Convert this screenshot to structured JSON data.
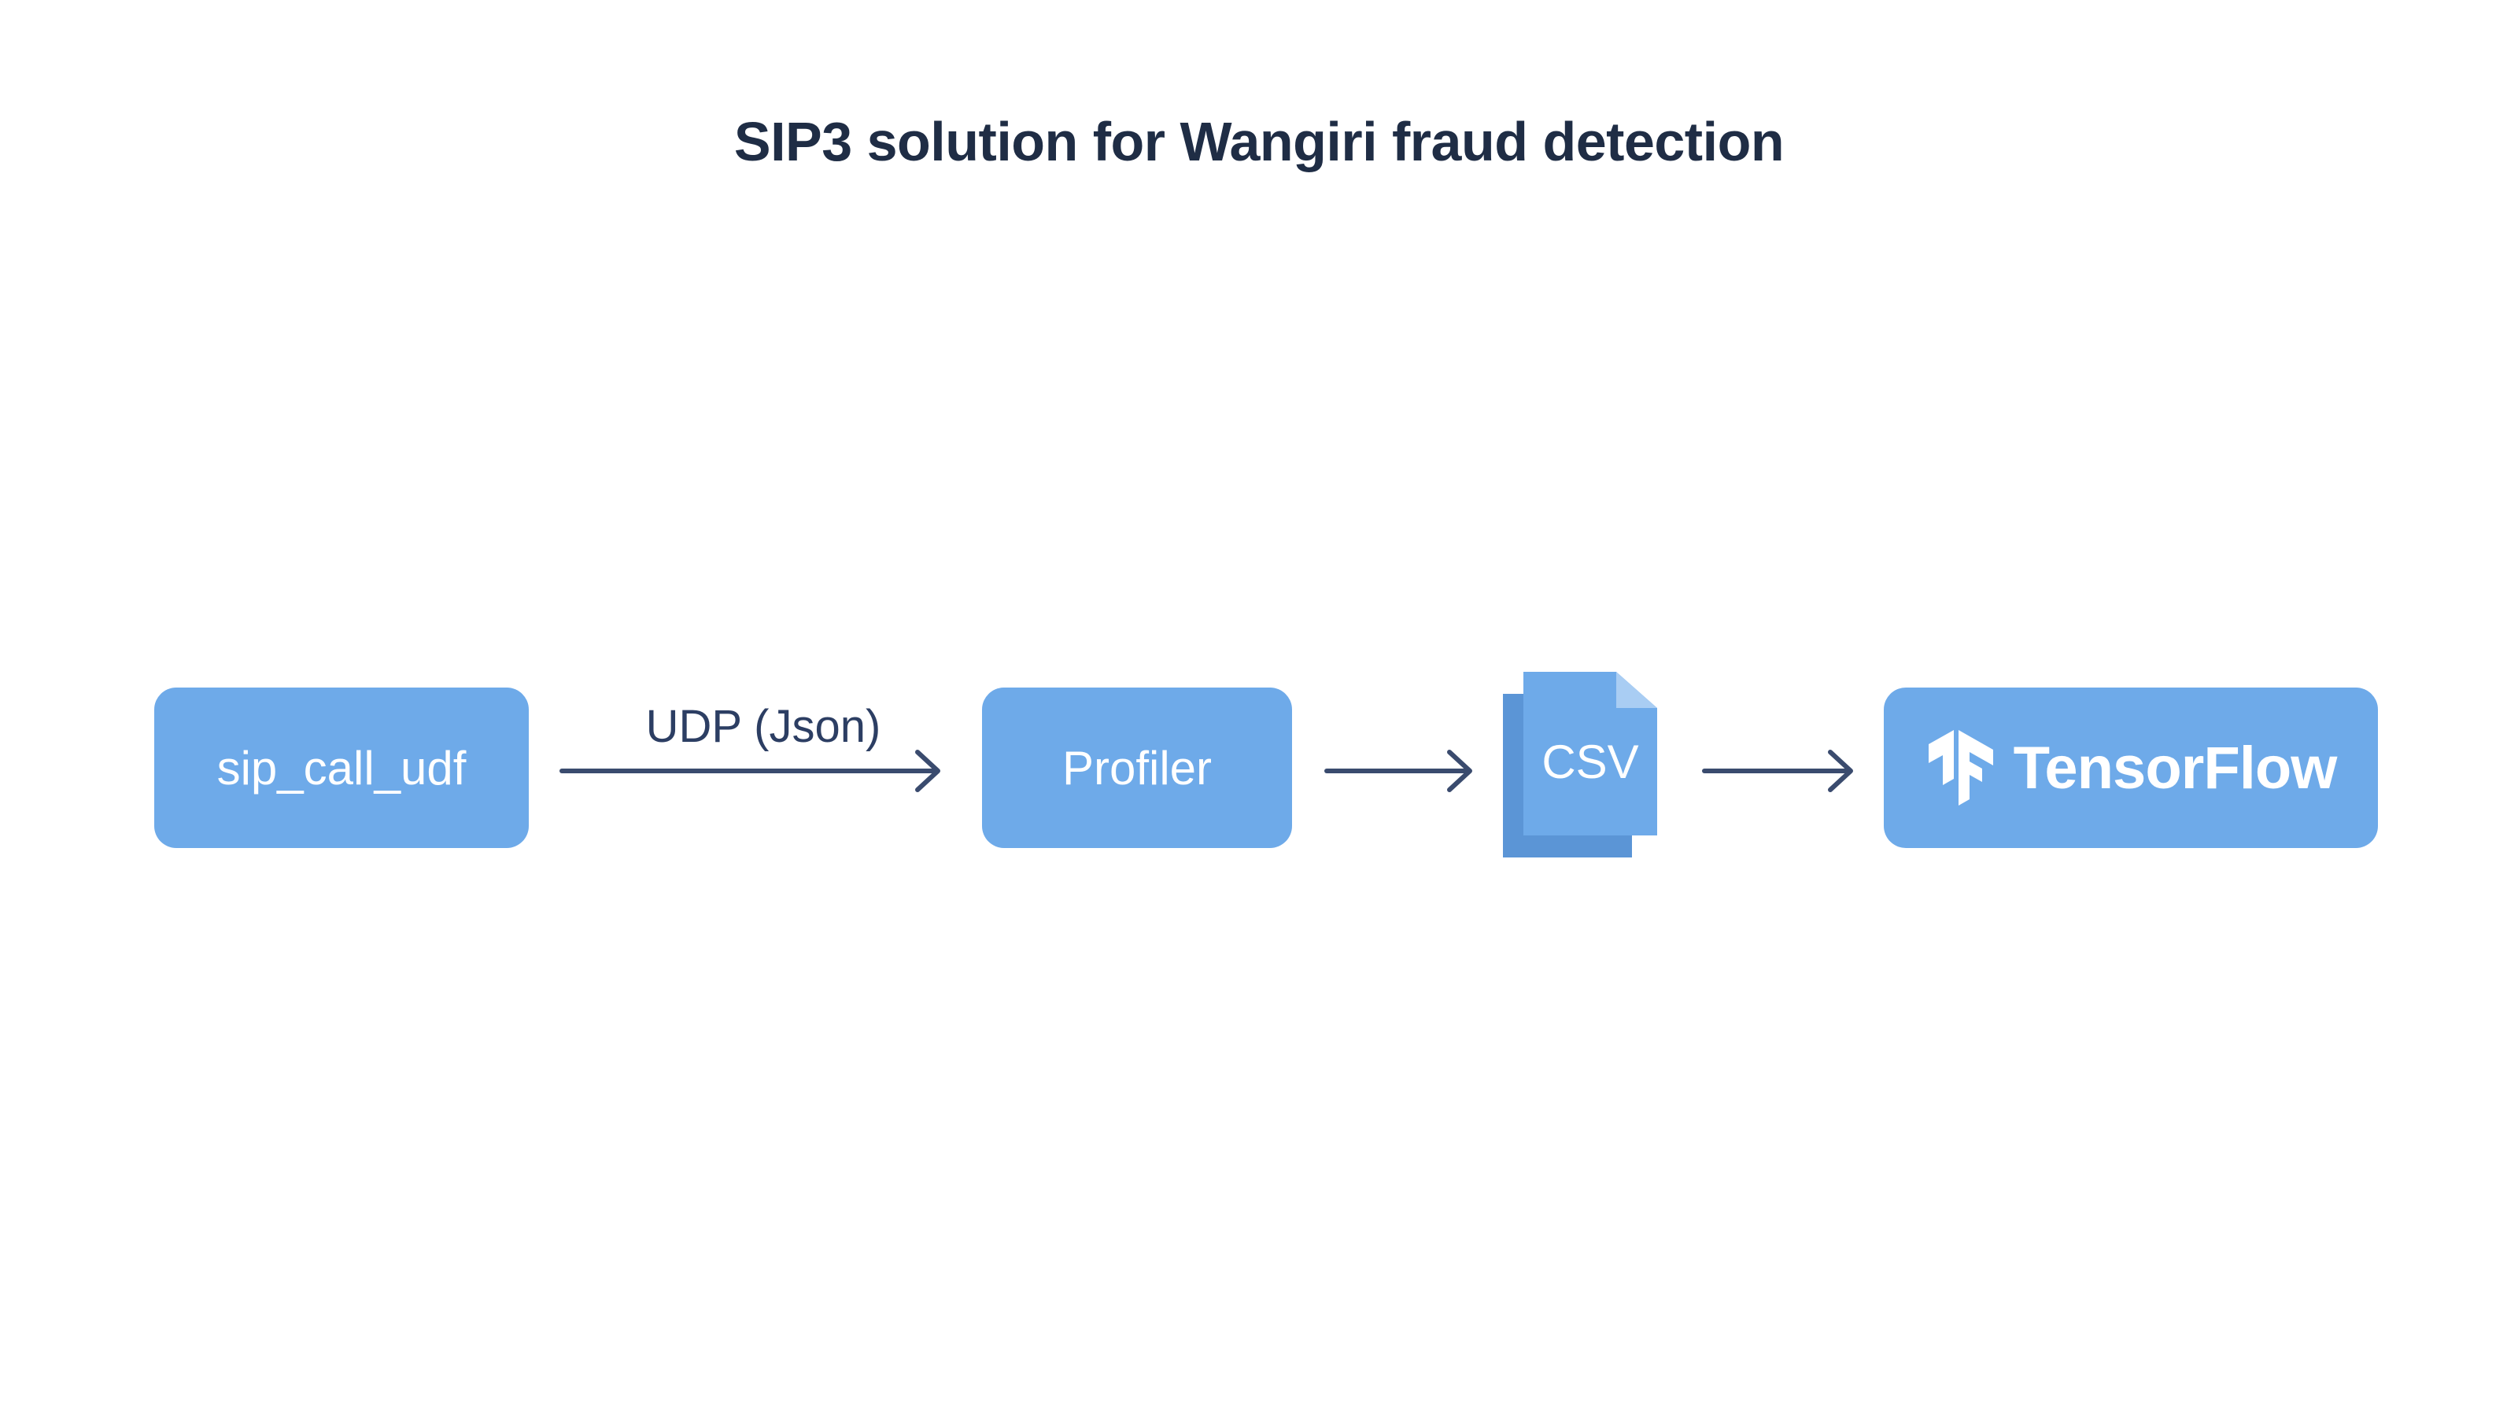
{
  "title": "SIP3 solution for Wangiri fraud detection",
  "nodes": {
    "source": {
      "label": "sip_call_udf"
    },
    "profiler": {
      "label": "Profiler"
    },
    "csv": {
      "label": "CSV"
    },
    "tensorflow": {
      "label": "TensorFlow",
      "icon": "tensorflow-logo-icon"
    }
  },
  "edges": [
    {
      "from": "sip_call_udf",
      "to": "Profiler",
      "label": "UDP (Json)"
    },
    {
      "from": "Profiler",
      "to": "CSV",
      "label": ""
    },
    {
      "from": "CSV",
      "to": "TensorFlow",
      "label": ""
    }
  ],
  "colors": {
    "node_fill": "#6eaae9",
    "doc_back": "#5b95d6",
    "doc_fold": "#a9cdf3",
    "arrow": "#3a4b6e",
    "title": "#1f2d45"
  }
}
